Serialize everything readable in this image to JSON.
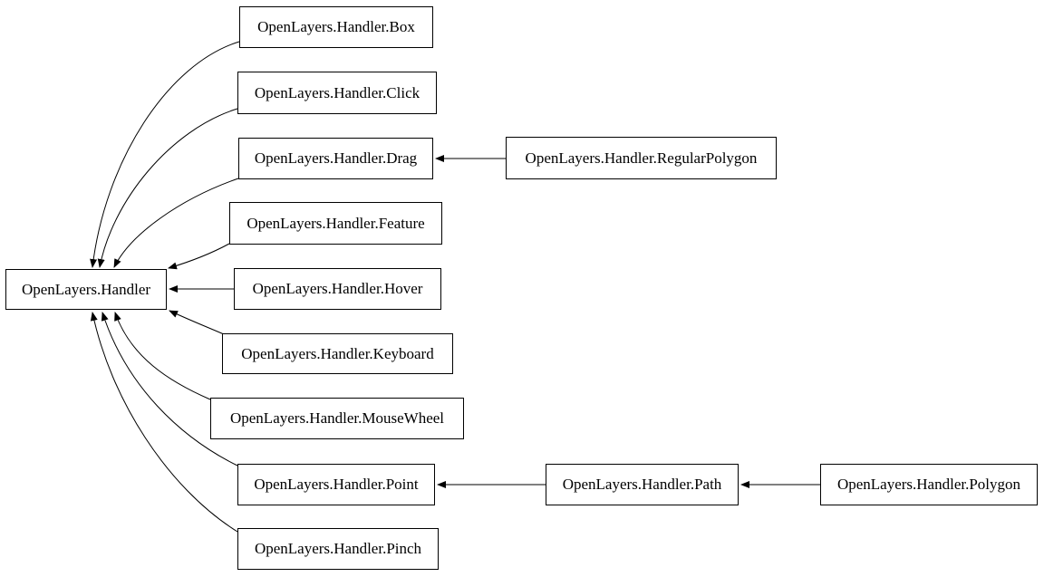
{
  "diagram": {
    "type": "class-inheritance-graph",
    "colors": {
      "background": "#ffffff",
      "node_fill": "#ffffff",
      "node_border": "#000000",
      "text": "#000000",
      "edge": "#000000"
    },
    "nodes": [
      {
        "id": "handler",
        "label": "OpenLayers.Handler"
      },
      {
        "id": "box",
        "label": "OpenLayers.Handler.Box"
      },
      {
        "id": "click",
        "label": "OpenLayers.Handler.Click"
      },
      {
        "id": "drag",
        "label": "OpenLayers.Handler.Drag"
      },
      {
        "id": "feature",
        "label": "OpenLayers.Handler.Feature"
      },
      {
        "id": "hover",
        "label": "OpenLayers.Handler.Hover"
      },
      {
        "id": "keyboard",
        "label": "OpenLayers.Handler.Keyboard"
      },
      {
        "id": "mousewheel",
        "label": "OpenLayers.Handler.MouseWheel"
      },
      {
        "id": "point",
        "label": "OpenLayers.Handler.Point"
      },
      {
        "id": "pinch",
        "label": "OpenLayers.Handler.Pinch"
      },
      {
        "id": "regularpolygon",
        "label": "OpenLayers.Handler.RegularPolygon"
      },
      {
        "id": "path",
        "label": "OpenLayers.Handler.Path"
      },
      {
        "id": "polygon",
        "label": "OpenLayers.Handler.Polygon"
      }
    ],
    "edges": [
      {
        "from": "OpenLayers.Handler.Box",
        "to": "OpenLayers.Handler"
      },
      {
        "from": "OpenLayers.Handler.Click",
        "to": "OpenLayers.Handler"
      },
      {
        "from": "OpenLayers.Handler.Drag",
        "to": "OpenLayers.Handler"
      },
      {
        "from": "OpenLayers.Handler.Feature",
        "to": "OpenLayers.Handler"
      },
      {
        "from": "OpenLayers.Handler.Hover",
        "to": "OpenLayers.Handler"
      },
      {
        "from": "OpenLayers.Handler.Keyboard",
        "to": "OpenLayers.Handler"
      },
      {
        "from": "OpenLayers.Handler.MouseWheel",
        "to": "OpenLayers.Handler"
      },
      {
        "from": "OpenLayers.Handler.Point",
        "to": "OpenLayers.Handler"
      },
      {
        "from": "OpenLayers.Handler.Pinch",
        "to": "OpenLayers.Handler"
      },
      {
        "from": "OpenLayers.Handler.RegularPolygon",
        "to": "OpenLayers.Handler.Drag"
      },
      {
        "from": "OpenLayers.Handler.Path",
        "to": "OpenLayers.Handler.Point"
      },
      {
        "from": "OpenLayers.Handler.Polygon",
        "to": "OpenLayers.Handler.Path"
      }
    ]
  }
}
